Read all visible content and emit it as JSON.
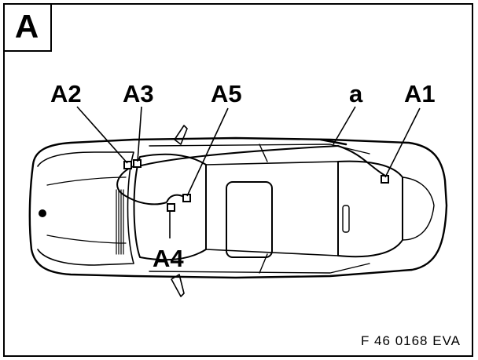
{
  "panel": {
    "letter": "A"
  },
  "callouts": {
    "a1": "A1",
    "a2": "A2",
    "a3": "A3",
    "a4": "A4",
    "a5": "A5",
    "a": "a"
  },
  "figure_code": "F 46 0168 EVA"
}
